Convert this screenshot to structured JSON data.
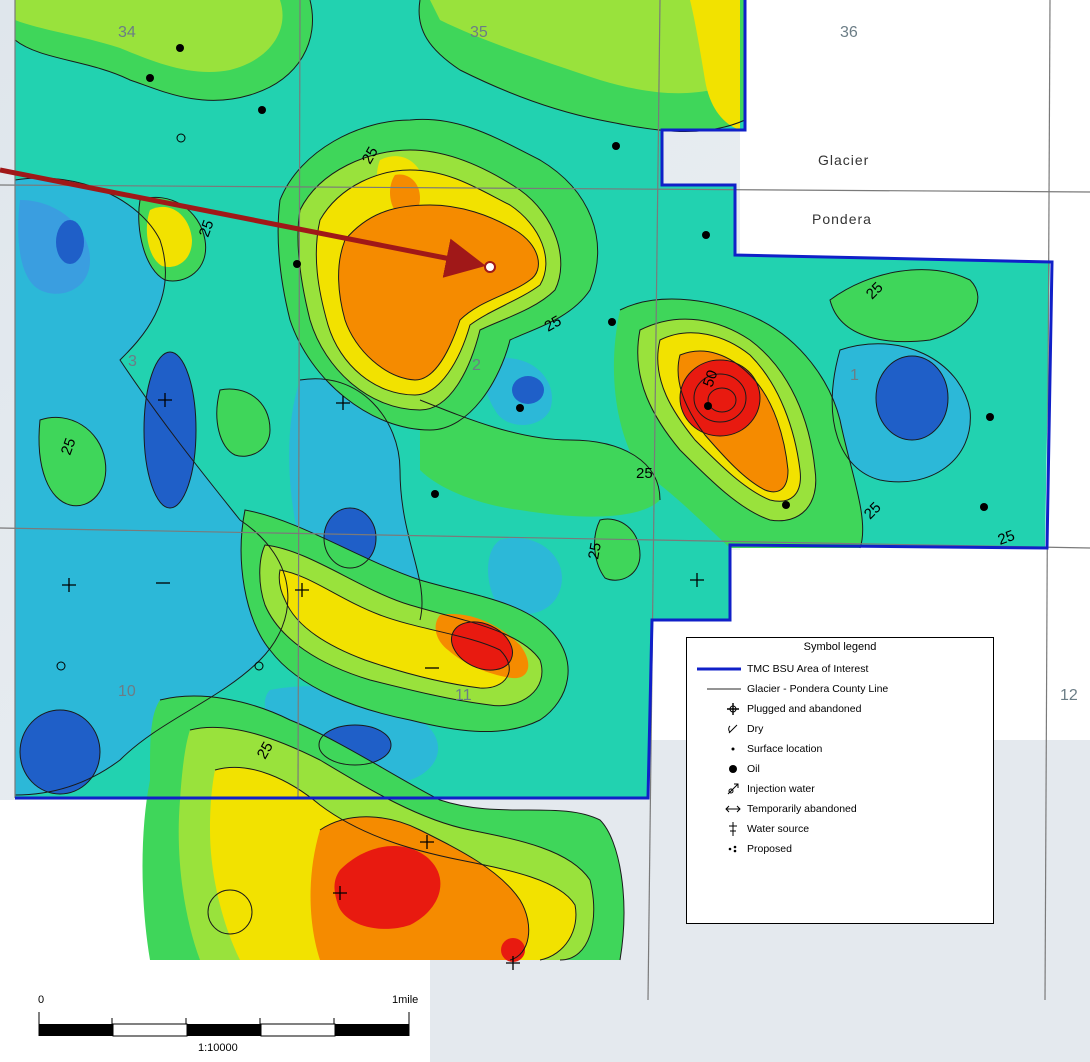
{
  "map": {
    "county_north": "Glacier",
    "county_south": "Pondera",
    "section_numbers": [
      "34",
      "35",
      "36",
      "3",
      "2",
      "1",
      "10",
      "11",
      "12"
    ],
    "contour_labels": [
      "25",
      "25",
      "25",
      "25",
      "25",
      "25",
      "25",
      "25",
      "25",
      "25",
      "50"
    ]
  },
  "legend": {
    "title": "Symbol legend",
    "items": [
      {
        "label": "TMC BSU Area of Interest",
        "icon": "blue-line"
      },
      {
        "label": "Glacier - Pondera County Line",
        "icon": "gray-line"
      },
      {
        "label": "Plugged and abandoned",
        "icon": "plugged-abandoned-icon"
      },
      {
        "label": "Dry",
        "icon": "dry-icon"
      },
      {
        "label": "Surface location",
        "icon": "surface-location-icon"
      },
      {
        "label": "Oil",
        "icon": "oil-icon"
      },
      {
        "label": "Injection water",
        "icon": "injection-water-icon"
      },
      {
        "label": "Temporarily abandoned",
        "icon": "temporarily-abandoned-icon"
      },
      {
        "label": "Water source",
        "icon": "water-source-icon"
      },
      {
        "label": "Proposed",
        "icon": "proposed-icon"
      }
    ]
  },
  "scale_bar": {
    "start": "0",
    "end": "1mile",
    "ratio": "1:10000"
  },
  "colors": {
    "deep_blue": "#1f5fc8",
    "blue": "#3a9ee0",
    "cyan": "#20c8c8",
    "teal": "#22d2b0",
    "green": "#3fd65a",
    "light_green": "#99e23c",
    "yellow": "#f2e200",
    "yellow_orange": "#f8c000",
    "orange": "#f58b00",
    "red": "#e81a10",
    "aoi_border": "#1020c8",
    "arrow": "#a01818"
  }
}
